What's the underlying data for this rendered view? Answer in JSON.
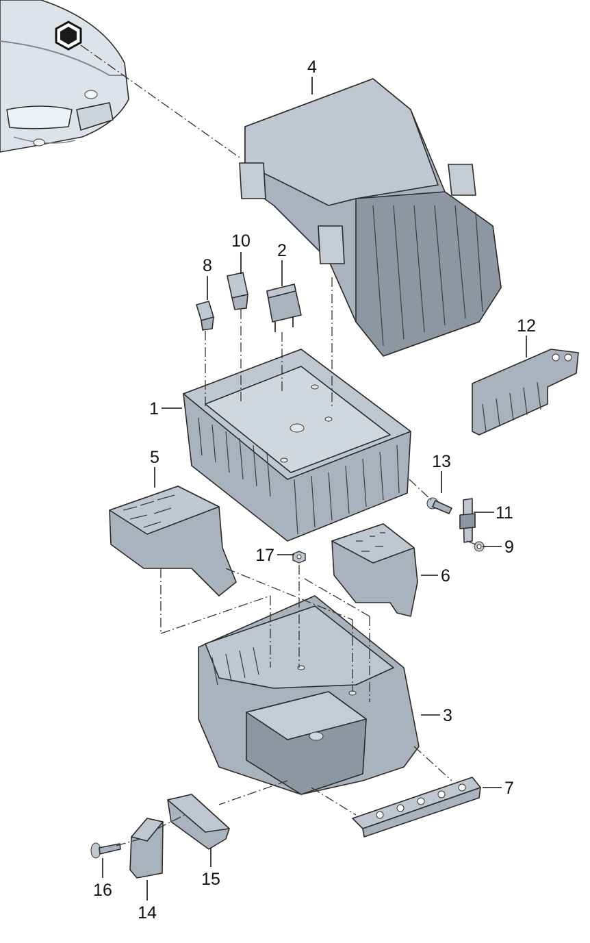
{
  "diagram": {
    "callouts": {
      "c1": "1",
      "c2": "2",
      "c3": "3",
      "c4": "4",
      "c5": "5",
      "c6": "6",
      "c7": "7",
      "c8": "8",
      "c9": "9",
      "c10": "10",
      "c11": "11",
      "c12": "12",
      "c13": "13",
      "c14": "14",
      "c15": "15",
      "c16": "16",
      "c17": "17"
    },
    "colors": {
      "part_fill": "#a9b3bd",
      "part_light": "#bfc8d0",
      "part_dark": "#8c97a2",
      "car_fill": "#dde3e8",
      "line": "#2a2a2a"
    },
    "icons": [
      "hexagon-location-marker-icon"
    ]
  }
}
